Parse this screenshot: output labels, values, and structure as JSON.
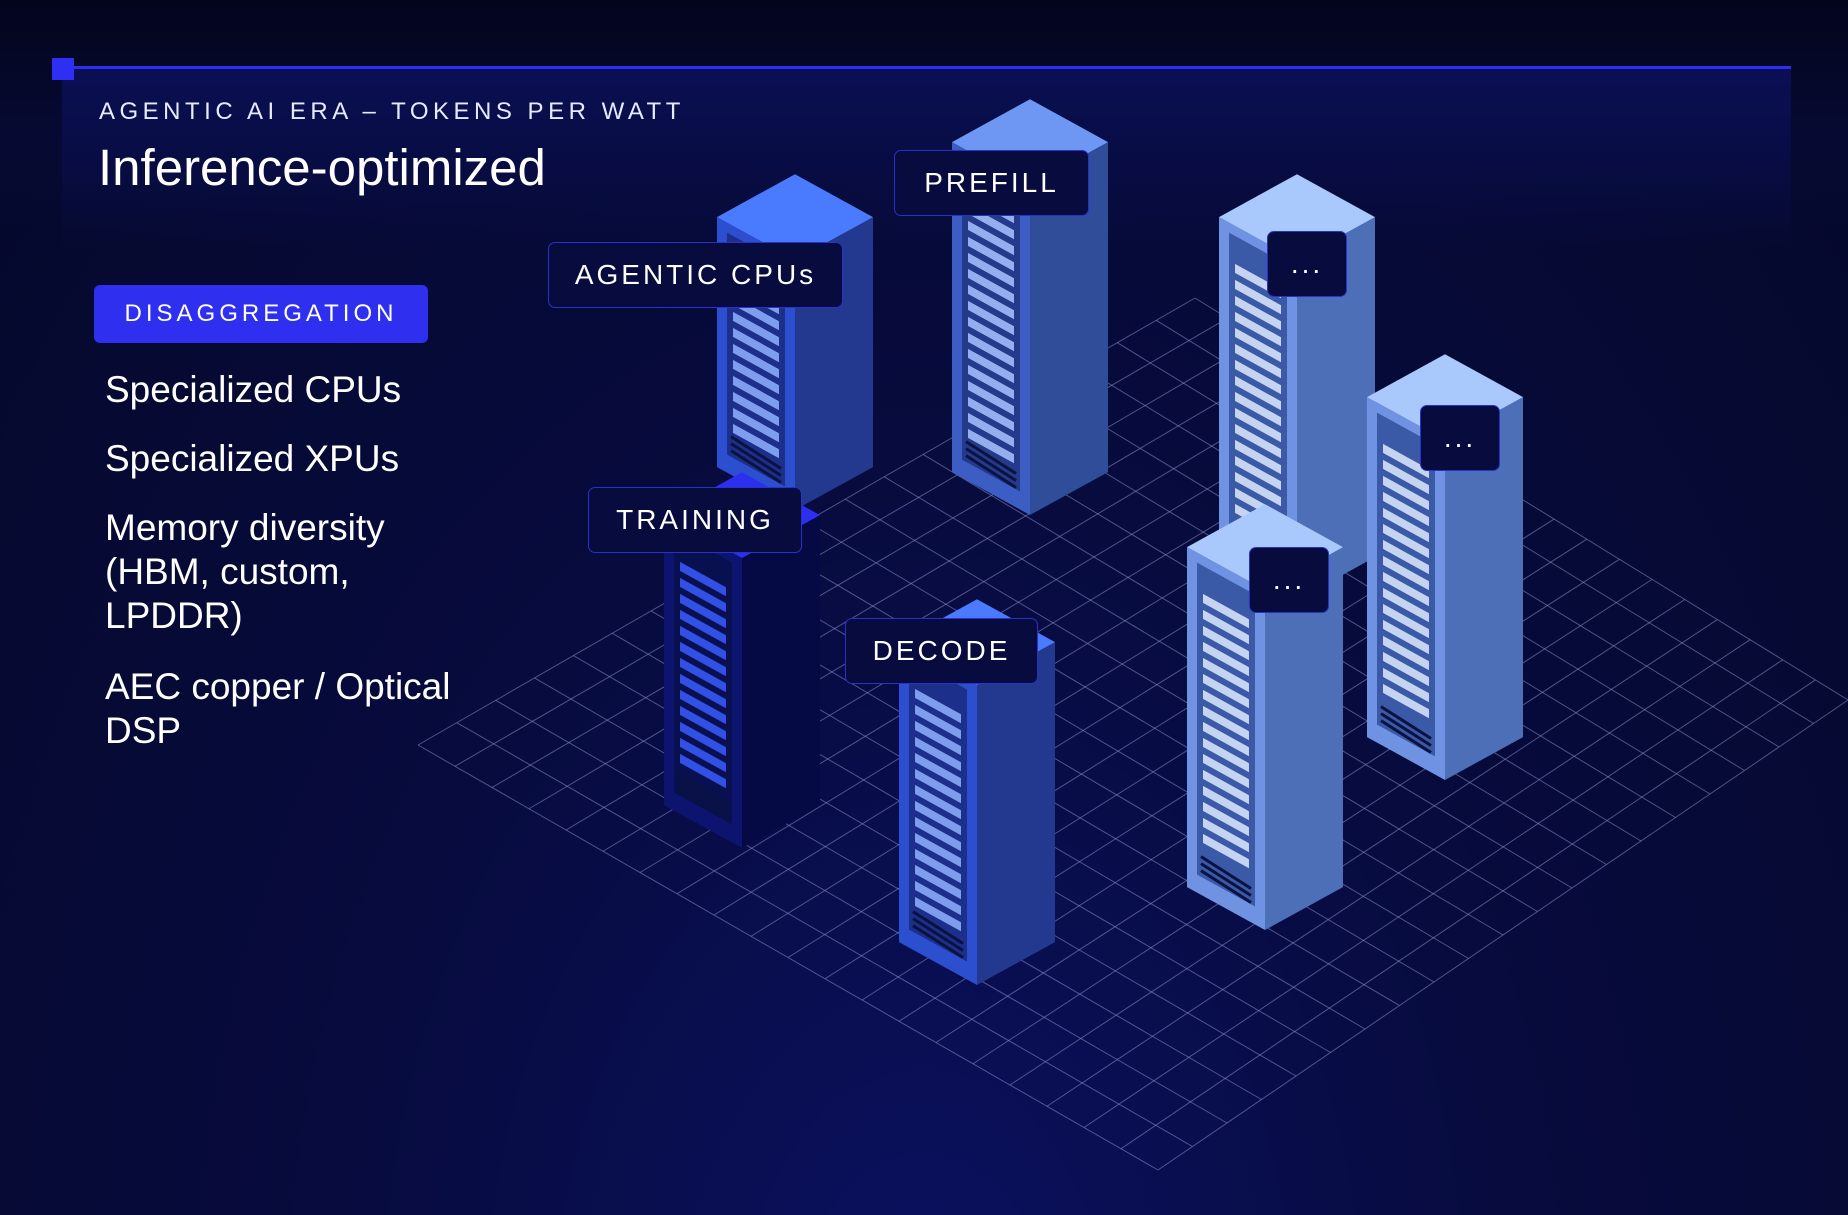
{
  "header": {
    "eyebrow": "AGENTIC AI ERA – TOKENS PER WATT",
    "title": "Inference-optimized"
  },
  "sidebar": {
    "tag": "DISAGGREGATION",
    "items": [
      "Specialized CPUs",
      "Specialized XPUs",
      "Memory diversity (HBM, custom, LPDDR)",
      "AEC copper / Optical DSP"
    ]
  },
  "diagram": {
    "labels": {
      "prefill": "PREFILL",
      "agentic_cpus": "AGENTIC CPUs",
      "training": "TRAINING",
      "decode": "DECODE",
      "more_1": "...",
      "more_2": "...",
      "more_3": "..."
    },
    "colors": {
      "accent": "#2f2ff0",
      "background": "#070b3e",
      "grid": "#8a90c8"
    }
  }
}
